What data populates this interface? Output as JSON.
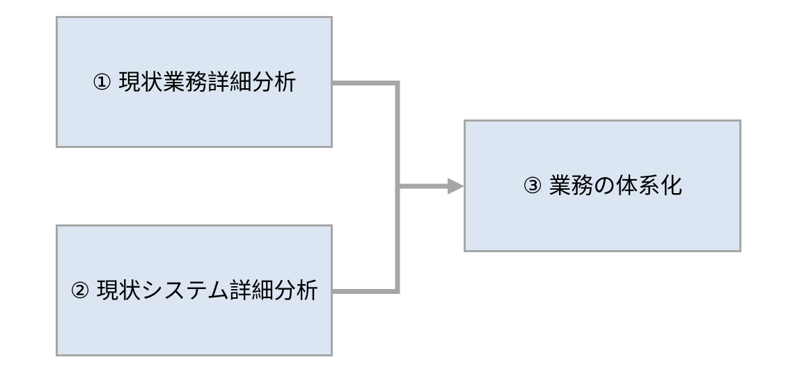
{
  "diagram": {
    "title": "",
    "boxes": [
      {
        "id": "step-1",
        "label": "① 現状業務詳細分析"
      },
      {
        "id": "step-2",
        "label": "② 現状システム詳細分析"
      },
      {
        "id": "step-3",
        "label": "③ 業務の体系化"
      }
    ],
    "connections": [
      {
        "from": "step-1",
        "to": "step-3",
        "type": "merge-arrow"
      },
      {
        "from": "step-2",
        "to": "step-3",
        "type": "merge-arrow"
      }
    ],
    "colors": {
      "box_fill": "#dce6f2",
      "box_border": "#a6a6a6",
      "connector": "#a6a6a6",
      "text": "#000000",
      "background": "#ffffff"
    }
  }
}
